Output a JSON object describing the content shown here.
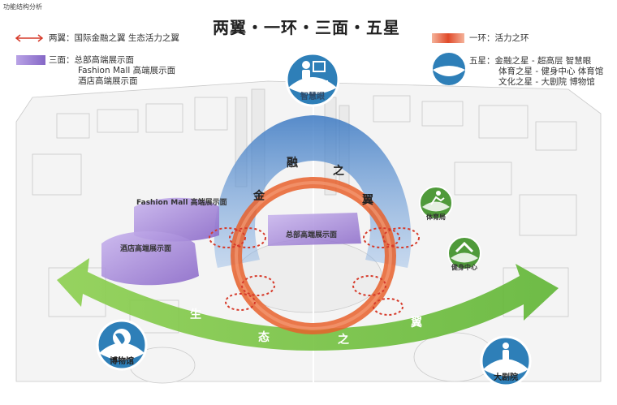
{
  "corner_title": "功能结构分析",
  "title": "两翼・一环・三面・五星",
  "legend": {
    "wings": "两翼：国际金融之翼  生态活力之翼",
    "faces": [
      "三面：总部高端展示面",
      "Fashion Mall 高端展示面",
      "酒店高端展示面"
    ],
    "ring": "一环：活力之环",
    "stars": [
      "五星：金融之星 - 超高层    智慧眼",
      "体育之星 - 健身中心  体育馆",
      "文化之星 - 大剧院    博物馆"
    ]
  },
  "nodes": {
    "smart_eye": "智慧眼",
    "gym": "体育局",
    "fitness": "健身中心",
    "museum": "博物馆",
    "theater": "大剧院"
  },
  "faces_labels": {
    "fashion": "Fashion Mall 高端展示面",
    "hotel": "酒店高端展示面",
    "hq": "总部高端展示面"
  },
  "finance_wing": [
    "金",
    "融",
    "之",
    "翼"
  ],
  "eco_wing": [
    "生",
    "态",
    "之",
    "翼"
  ],
  "colors": {
    "blue": "#2e7fb8",
    "green": "#6fbf3a",
    "orange": "#e8602c",
    "purple": "#9b7fd0",
    "red": "#d63a2a"
  }
}
